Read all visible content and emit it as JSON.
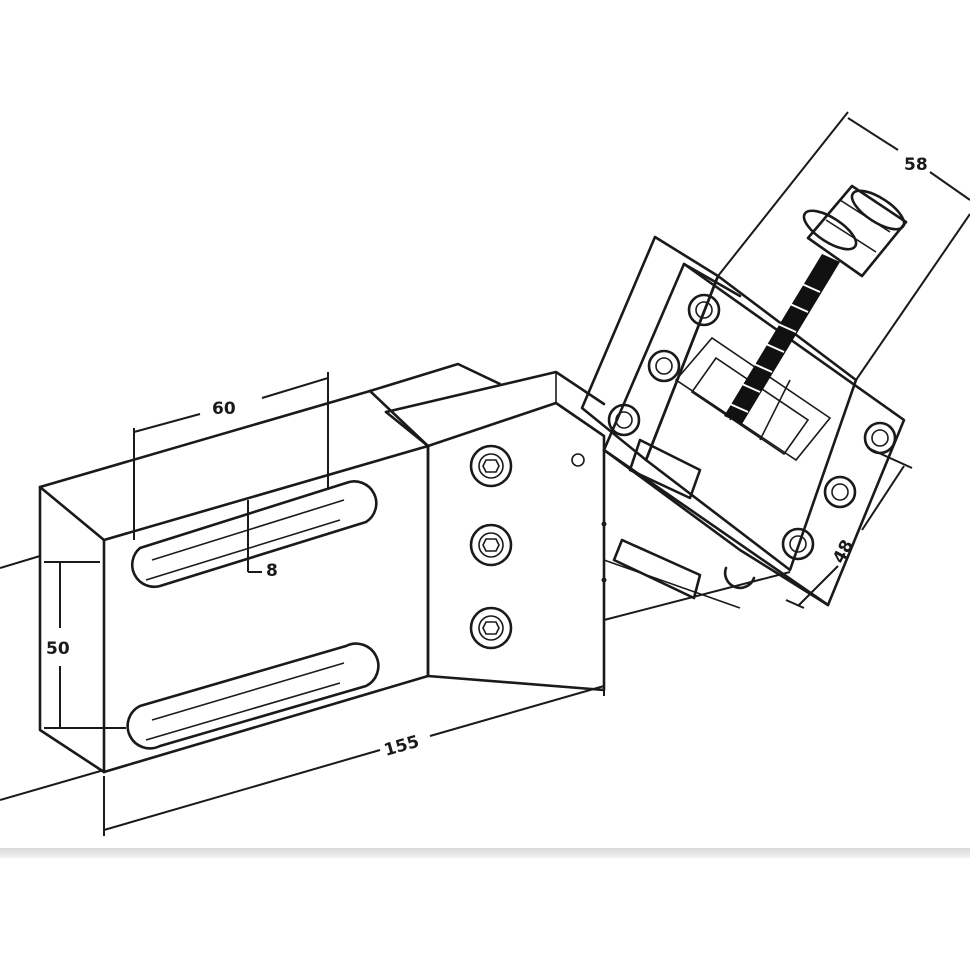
{
  "drawing": {
    "dimensions": {
      "slot_spacing": "60",
      "slot_width": "8",
      "block_height": "50",
      "total_length": "155",
      "clamp_width": "58",
      "clamp_height": "48"
    }
  }
}
